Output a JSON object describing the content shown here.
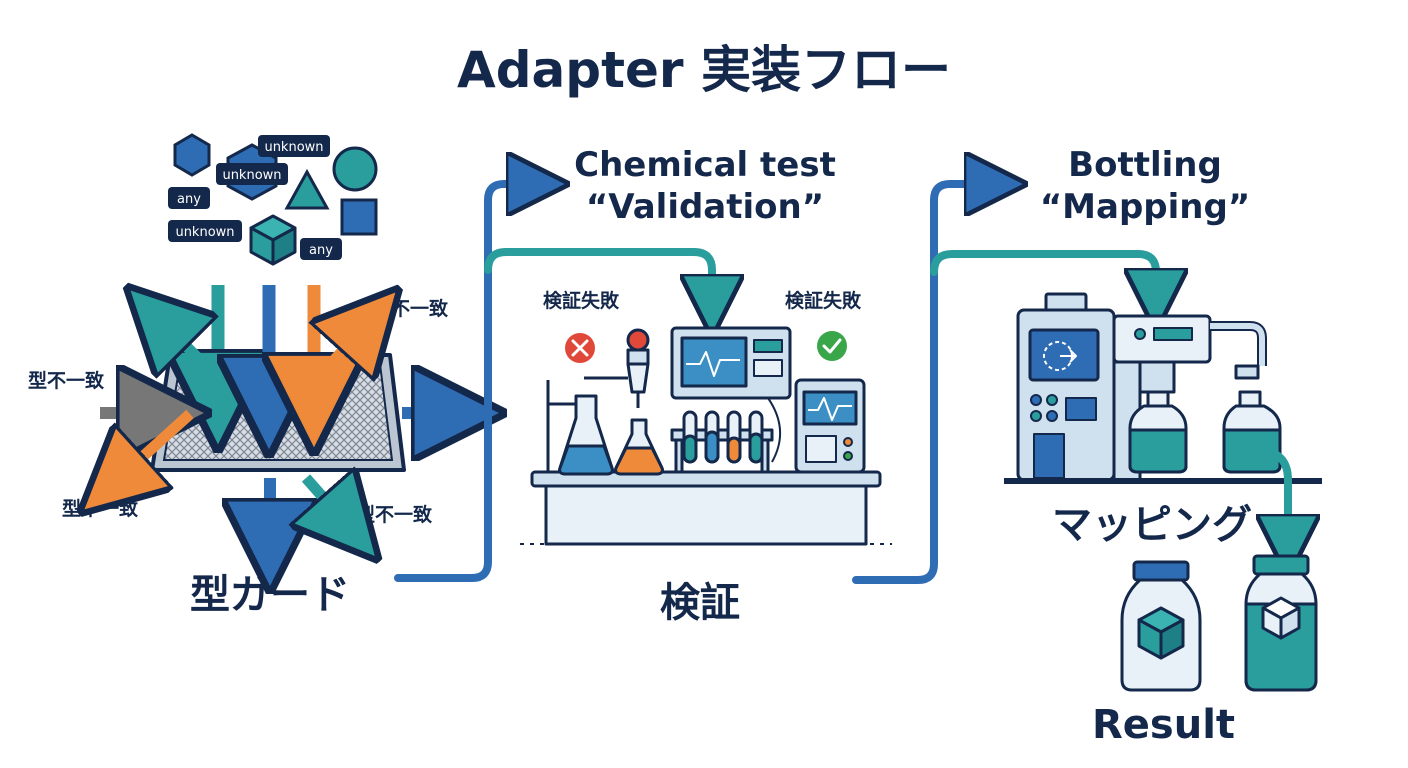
{
  "title": "Adapter 実装フロー",
  "stage_type_guard": {
    "label": "型ガード",
    "tags": [
      "unknown",
      "unknown",
      "any",
      "unknown",
      "any"
    ],
    "mismatch_labels": [
      "型不一致",
      "型不一致",
      "型不一致",
      "型不一致"
    ]
  },
  "stage_validation": {
    "label": "検証",
    "heading_line1": "Chemical test",
    "heading_line2": "“Validation”",
    "status_left": "検証失敗",
    "status_right": "検証失敗"
  },
  "stage_mapping": {
    "label": "マッピング",
    "heading_line1": "Bottling",
    "heading_line2": "“Mapping”"
  },
  "result": {
    "label": "Result"
  },
  "colors": {
    "navy": "#14284b",
    "blue": "#2e6db4",
    "teal": "#2a9d9d",
    "orange": "#ee8a3a",
    "red": "#e0493a",
    "green": "#3aa64a",
    "gray": "#777777"
  }
}
